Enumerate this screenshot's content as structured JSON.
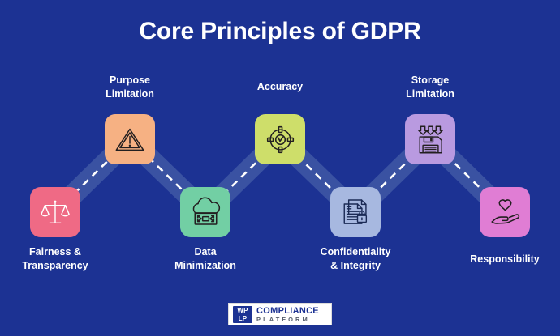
{
  "page": {
    "background_color": "#1c3293",
    "title": "Core Principles of GDPR"
  },
  "connector": {
    "band_color": "#4058a5",
    "dash_color": "#ffffff",
    "style": "dashed-zigzag"
  },
  "steps": [
    {
      "label_line_1": "Fairness &",
      "label_line_2": "Transparency",
      "icon": "balance-scale-icon",
      "tile_color": "#ef6a85",
      "label_position": "below",
      "tile_row": "bottom"
    },
    {
      "label_line_1": "Purpose",
      "label_line_2": "Limitation",
      "icon": "warning-triangle-icon",
      "tile_color": "#f6b183",
      "label_position": "above",
      "tile_row": "top"
    },
    {
      "label_line_1": "Data",
      "label_line_2": "Minimization",
      "icon": "cloud-minimize-icon",
      "tile_color": "#72cfa4",
      "label_position": "below",
      "tile_row": "bottom"
    },
    {
      "label_line_1": "Accuracy",
      "label_line_2": "",
      "icon": "target-check-icon",
      "tile_color": "#cede6a",
      "label_position": "above",
      "tile_row": "top"
    },
    {
      "label_line_1": "Confidentiality",
      "label_line_2": "& Integrity",
      "icon": "document-lock-icon",
      "tile_color": "#a7b8e0",
      "label_position": "below",
      "tile_row": "bottom"
    },
    {
      "label_line_1": "Storage",
      "label_line_2": "Limitation",
      "icon": "floppy-disk-download-icon",
      "tile_color": "#b99ae0",
      "label_position": "above",
      "tile_row": "top"
    },
    {
      "label_line_1": "Responsibility",
      "label_line_2": "",
      "icon": "hand-heart-icon",
      "tile_color": "#e07dd4",
      "label_position": "below",
      "tile_row": "bottom"
    }
  ],
  "footer": {
    "logo_mark_line_1": "WP",
    "logo_mark_line_2": "LP",
    "logo_word_1": "COMPLIANCE",
    "logo_word_2": "PLATFORM",
    "brand_color": "#1c3293"
  }
}
